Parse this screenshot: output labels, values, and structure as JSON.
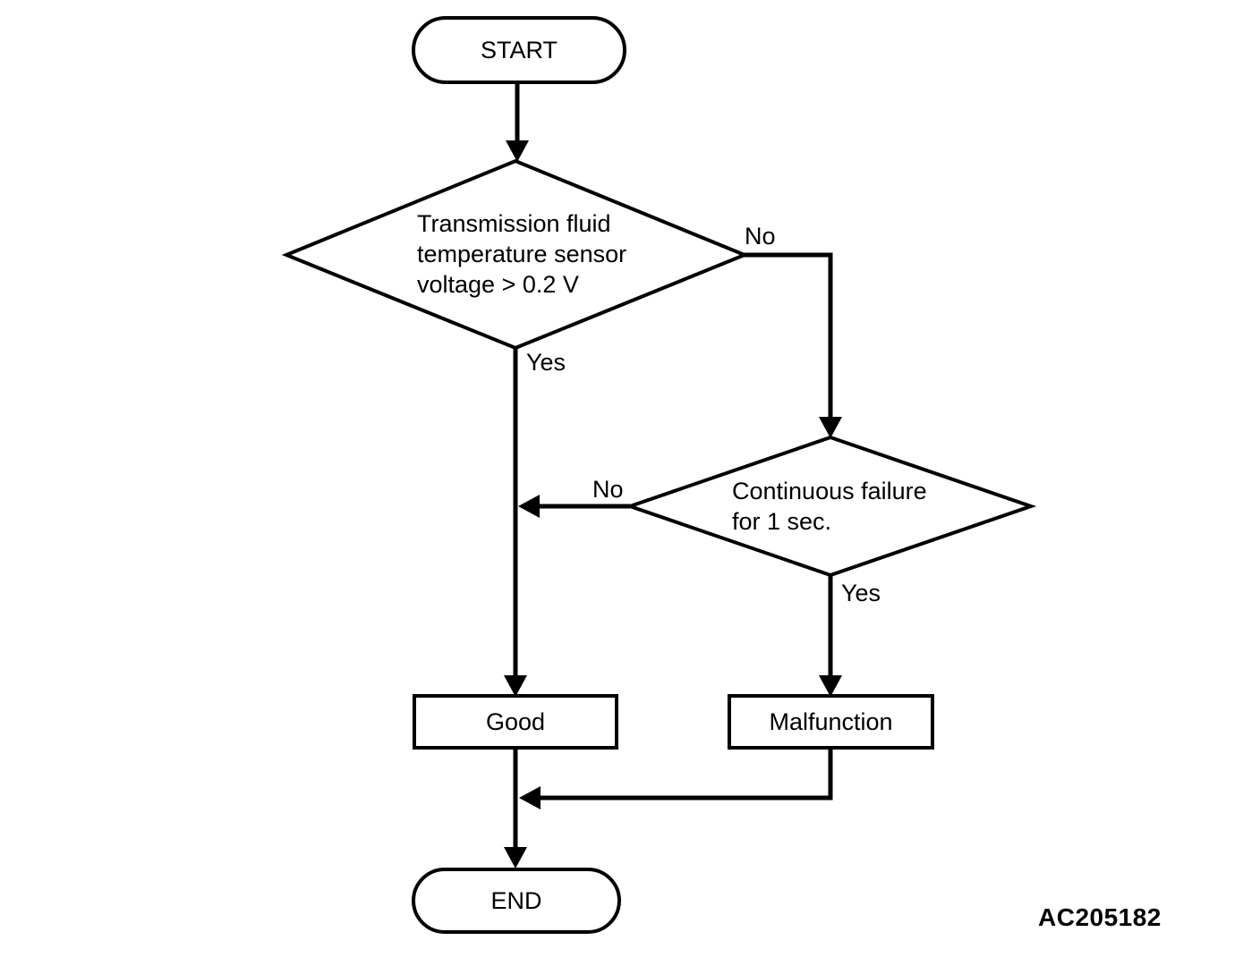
{
  "page": {
    "background_color": "#ffffff",
    "line_color": "#000000",
    "figure_code": "AC205182"
  },
  "nodes": {
    "start": {
      "type": "terminator",
      "label": "START"
    },
    "decision1": {
      "type": "decision",
      "lines": [
        "Transmission fluid",
        "temperature sensor",
        "voltage > 0.2 V"
      ]
    },
    "decision2": {
      "type": "decision",
      "lines": [
        "Continuous failure",
        "for 1 sec."
      ]
    },
    "good": {
      "type": "process",
      "label": "Good"
    },
    "malfunction": {
      "type": "process",
      "label": "Malfunction"
    },
    "end": {
      "type": "terminator",
      "label": "END"
    }
  },
  "edge_labels": {
    "decision1_no": "No",
    "decision1_yes": "Yes",
    "decision2_no": "No",
    "decision2_yes": "Yes"
  }
}
